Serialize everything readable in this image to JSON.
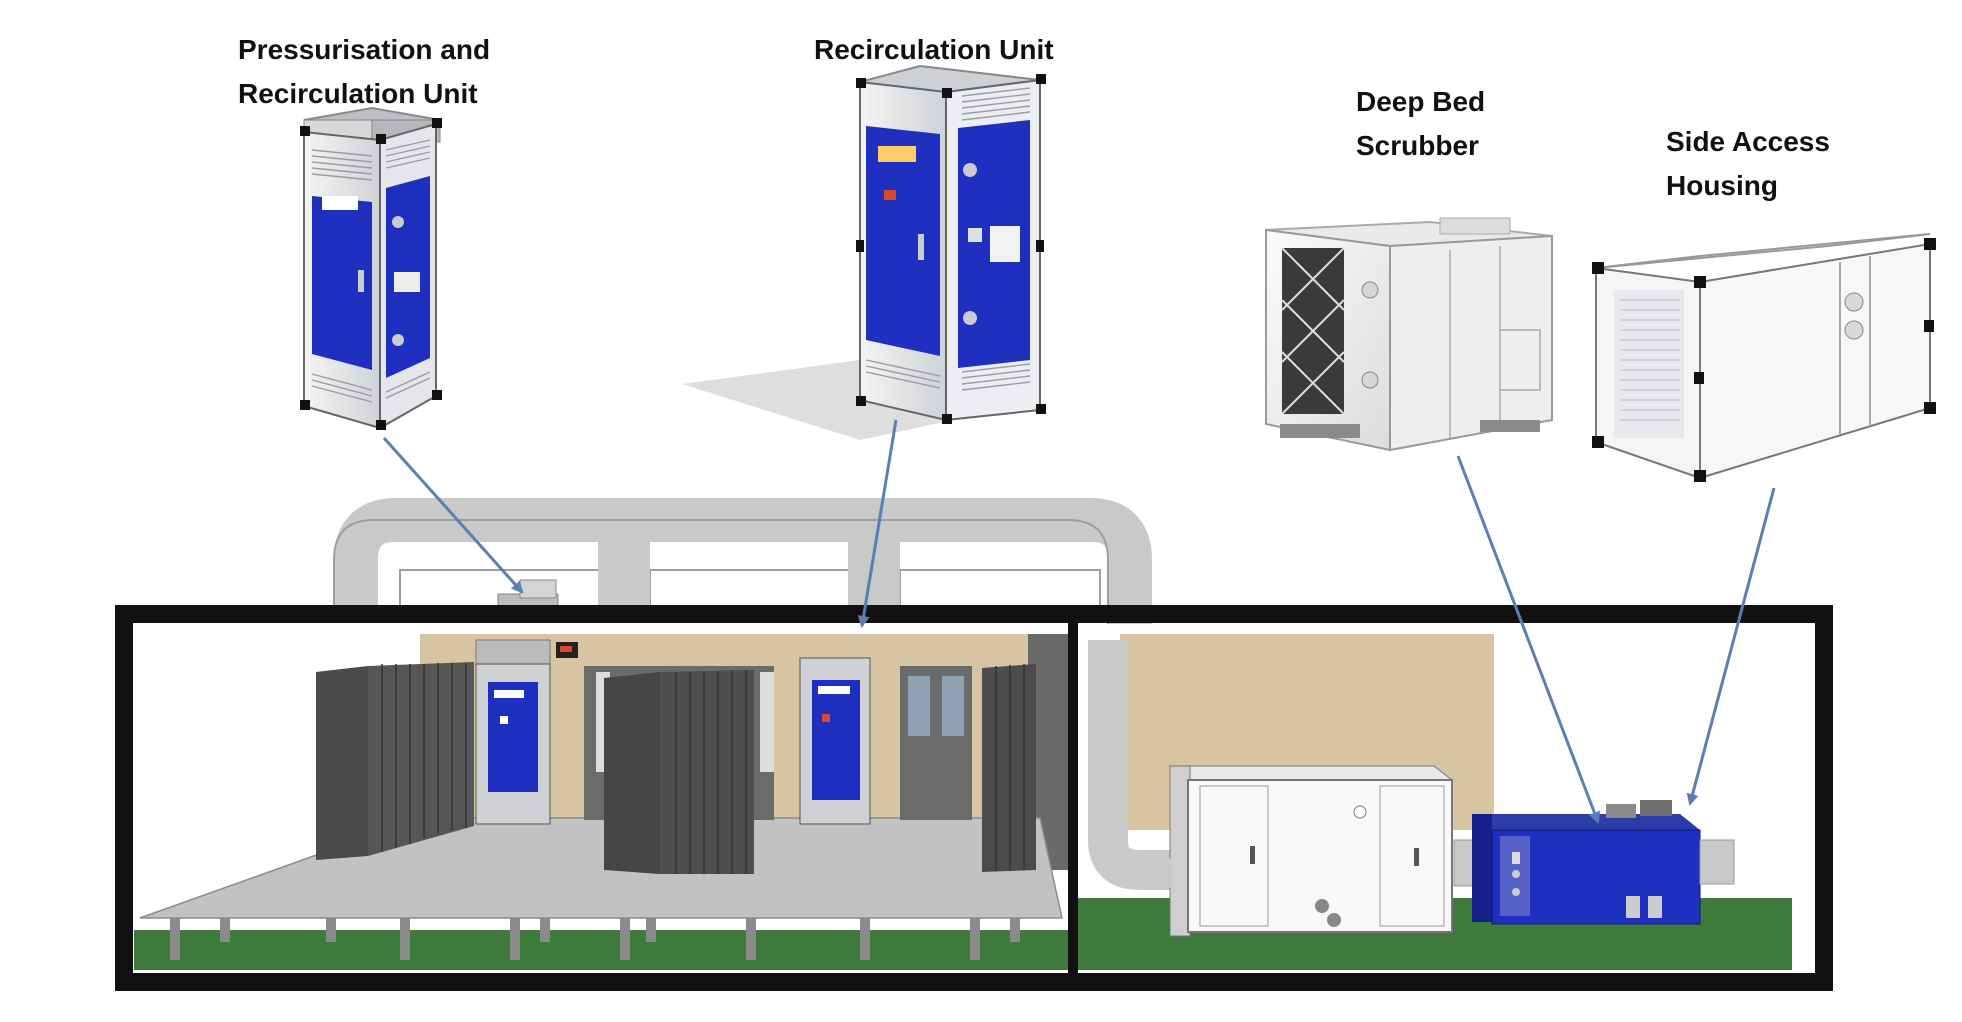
{
  "labels": {
    "pressurisation": [
      "Pressurisation and",
      "Recirculation Unit"
    ],
    "recirculation": [
      "Recirculation Unit"
    ],
    "deep_bed": [
      "Deep Bed",
      "Scrubber"
    ],
    "side_access": [
      "Side Access",
      "Housing"
    ]
  },
  "colors": {
    "unit_blue": "#1f2fbf",
    "arrow": "#5b7fb4",
    "room_wall": "#d6c4a2",
    "floor_green": "#3e7a3b",
    "rack_gray": "#4a4a4a",
    "duct_gray": "#c9c9c7",
    "container_border": "#111111"
  },
  "icons": [
    "arrow-icon"
  ]
}
